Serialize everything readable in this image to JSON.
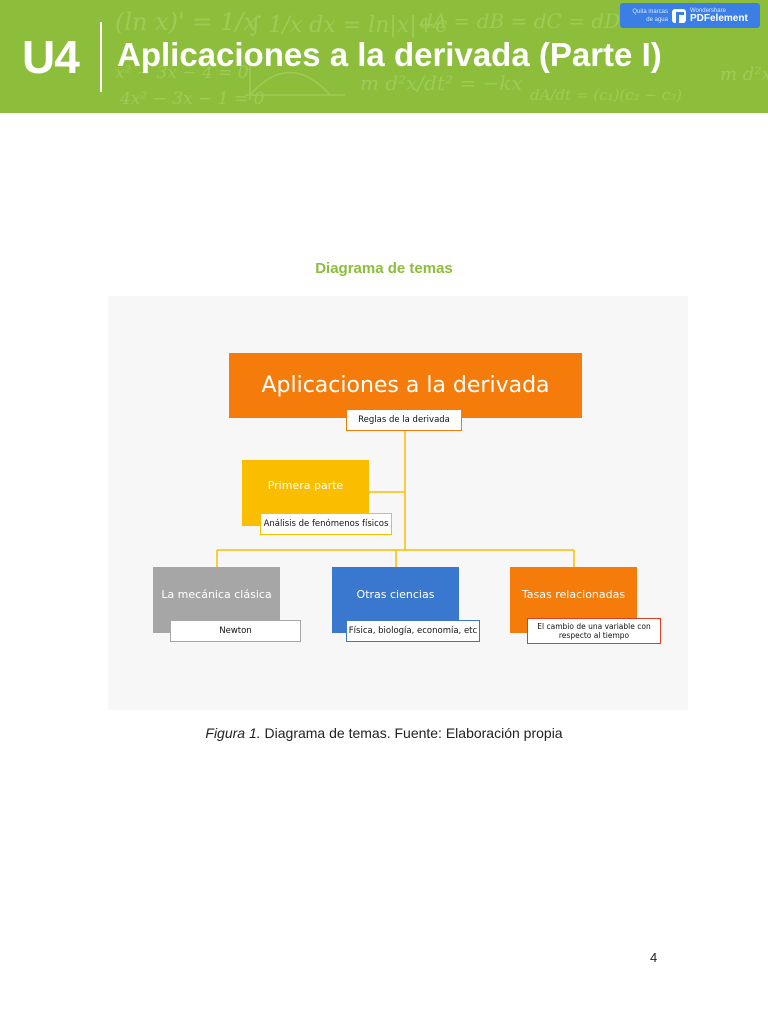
{
  "header": {
    "unit": "U4",
    "title": "Aplicaciones a la derivada (Parte I)",
    "background_color": "#8cbe3c"
  },
  "watermark": {
    "line1": "Quita marcas",
    "line2": "de agua",
    "brand": "Wondershare",
    "product": "PDFelement",
    "color": "#3a7ee6"
  },
  "section_title": "Diagrama de temas",
  "diagram": {
    "main": "Aplicaciones a la derivada",
    "main_sub": "Reglas de la derivada",
    "part": "Primera parte",
    "part_sub": "Análisis de fenómenos físicos",
    "branches": [
      {
        "label": "La mecánica clásica",
        "sub": "Newton",
        "color": "#a6a6a6"
      },
      {
        "label": "Otras ciencias",
        "sub": "Física, biología, economía, etc",
        "color": "#3a78d0"
      },
      {
        "label": "Tasas relacionadas",
        "sub": "El cambio de una variable con respecto al tiempo",
        "color": "#f57c0a"
      }
    ],
    "colors": {
      "orange": "#f57c0a",
      "yellow": "#fbbd00",
      "connector": "#fbbd00"
    }
  },
  "caption": {
    "label": "Figura 1.",
    "text": " Diagrama de temas. Fuente: Elaboración propia"
  },
  "page_number": "4"
}
